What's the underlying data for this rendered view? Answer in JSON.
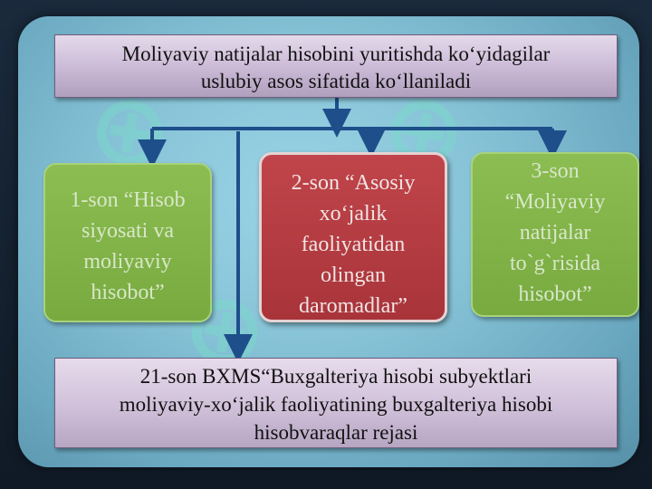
{
  "top_box": {
    "line1": "Moliyaviy natijalar  hisobini yuritishda ko‘yidagilar",
    "line2": "uslubiy asos sifatida ko‘llaniladi"
  },
  "cards": [
    {
      "lines": [
        "1-son “Hisob",
        "siyosati va",
        "moliyaviy",
        "hisobot”"
      ],
      "color": "#82b34a"
    },
    {
      "lines": [
        "2-son “Asosiy",
        "xo‘jalik",
        "faoliyatidan",
        "olingan",
        "daromadlar”"
      ],
      "color": "#b43c42"
    },
    {
      "lines": [
        "3-son",
        "“Moliyaviy",
        "natijalar",
        "to`g`risida",
        "hisobot”"
      ],
      "color": "#82b34a"
    }
  ],
  "bottom_box": {
    "line1": "21-son BXMS“Buxgalteriya hisobi subyektlari",
    "line2": "moliyaviy-xo‘jalik faoliyatining buxgalteriya hisobi",
    "line3": "hisobvaraqlar rejasi"
  },
  "colors": {
    "connector": "#1e4f8a",
    "panel": "#86c2d6"
  }
}
